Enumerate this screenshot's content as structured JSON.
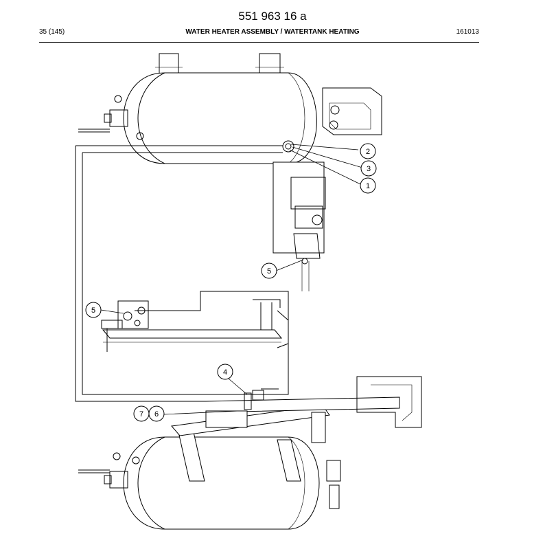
{
  "document": {
    "title": "551 963 16 a",
    "page_label": "35 (145)",
    "section_title": "WATER HEATER ASSEMBLY / WATERTANK HEATING",
    "doc_code": "161013"
  },
  "callouts": [
    "2",
    "3",
    "1",
    "5",
    "5",
    "4",
    "7",
    "6"
  ]
}
